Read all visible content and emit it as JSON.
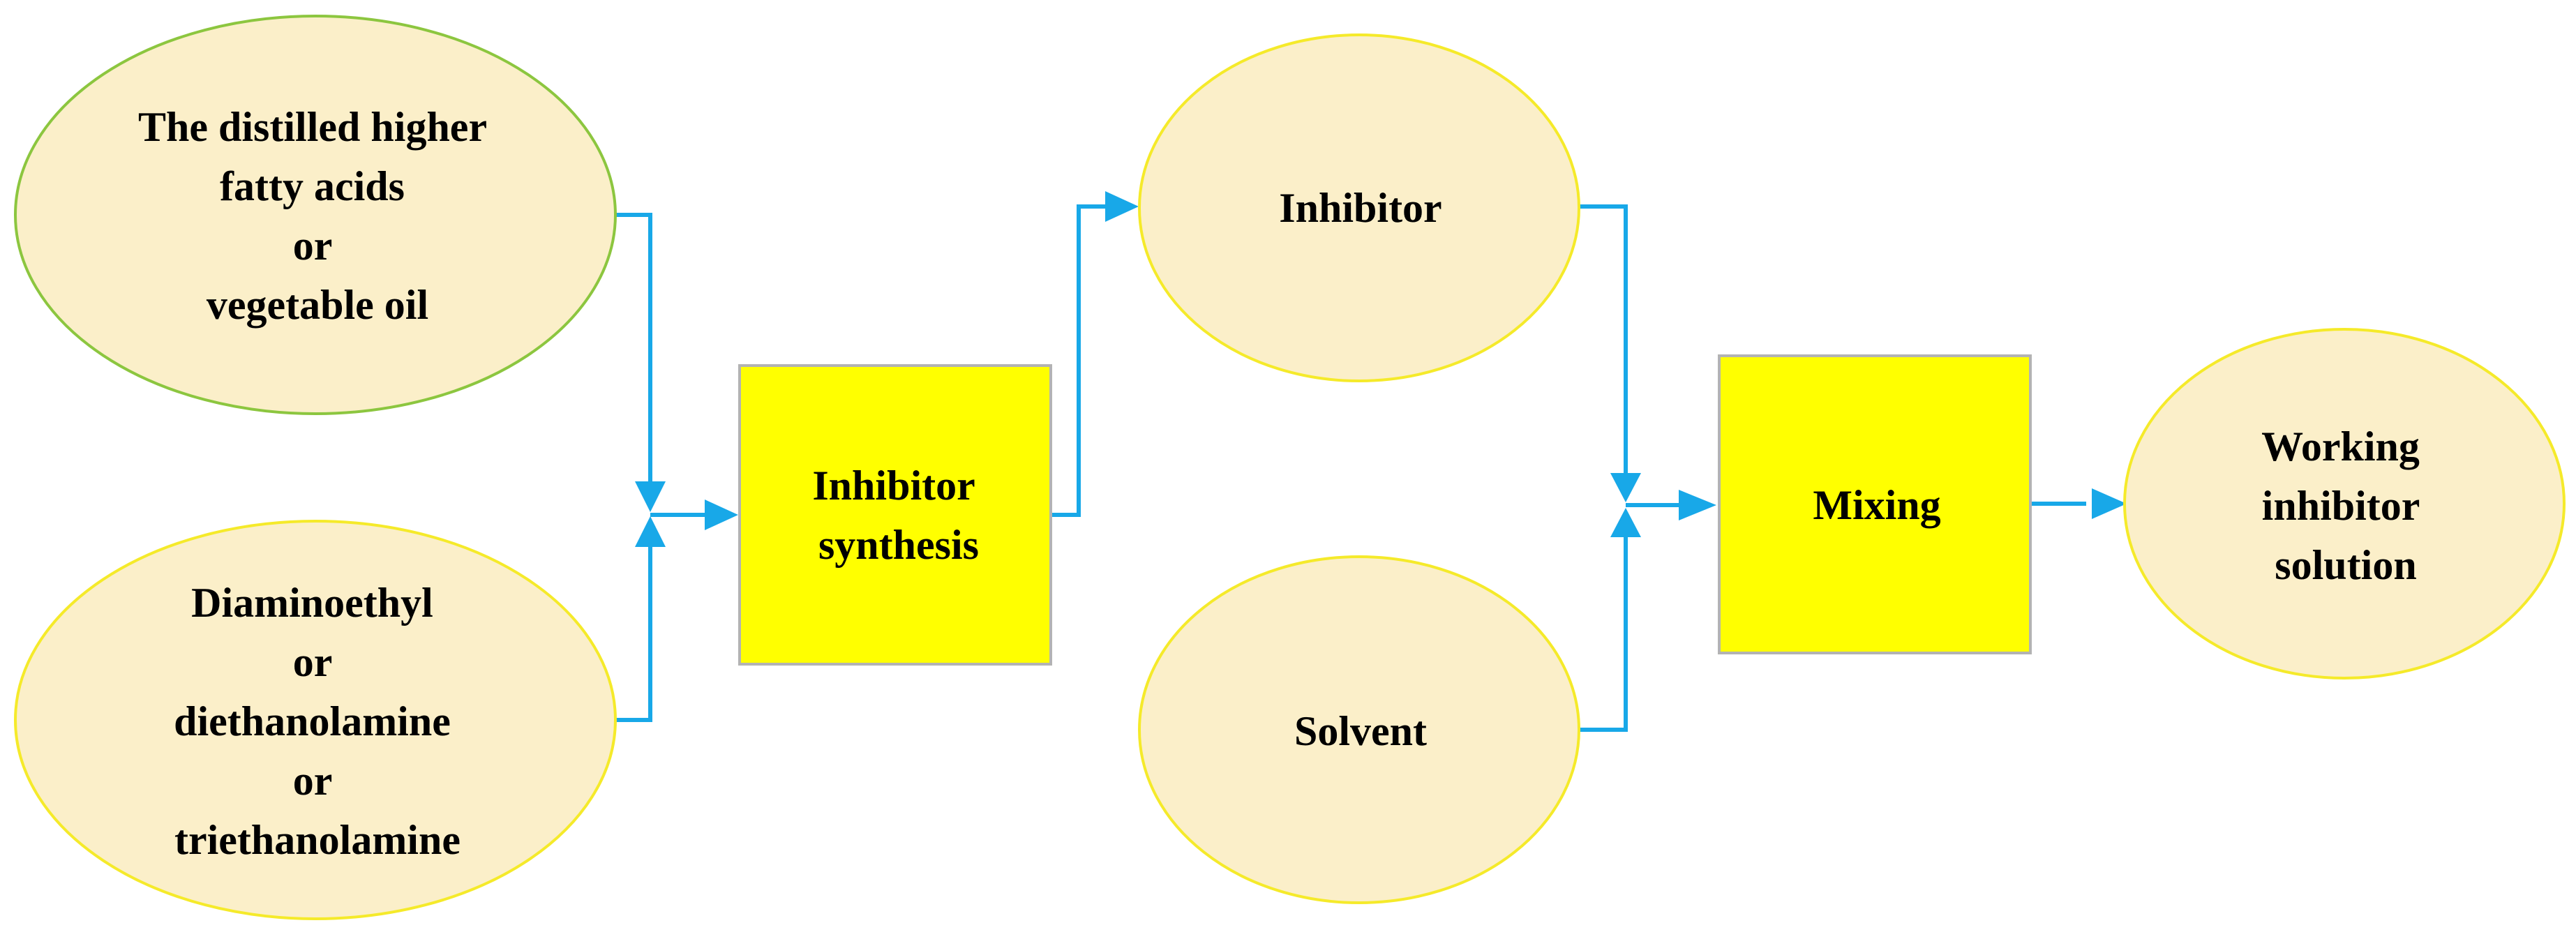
{
  "colors": {
    "ellipse_fill": "#fbefc9",
    "ellipse_stroke_green": "#8cc63f",
    "ellipse_stroke_yellow": "#f5ea2a",
    "box_fill": "#ffff00",
    "box_stroke": "#b3b3b3",
    "connector": "#18a8e8"
  },
  "nodes": {
    "fatty_acids": {
      "lines": [
        "The distilled higher",
        "fatty acids",
        "or",
        "vegetable oil"
      ]
    },
    "amines": {
      "lines": [
        "Diaminoethyl",
        "or",
        "diethanolamine",
        "or",
        "triethanolamine"
      ]
    },
    "synthesis": {
      "lines": [
        "Inhibitor",
        "synthesis"
      ]
    },
    "inhibitor": {
      "lines": [
        "Inhibitor"
      ]
    },
    "solvent": {
      "lines": [
        "Solvent"
      ]
    },
    "mixing": {
      "lines": [
        "Mixing"
      ]
    },
    "working_solution": {
      "lines": [
        "Working",
        "inhibitor",
        "solution"
      ]
    }
  }
}
